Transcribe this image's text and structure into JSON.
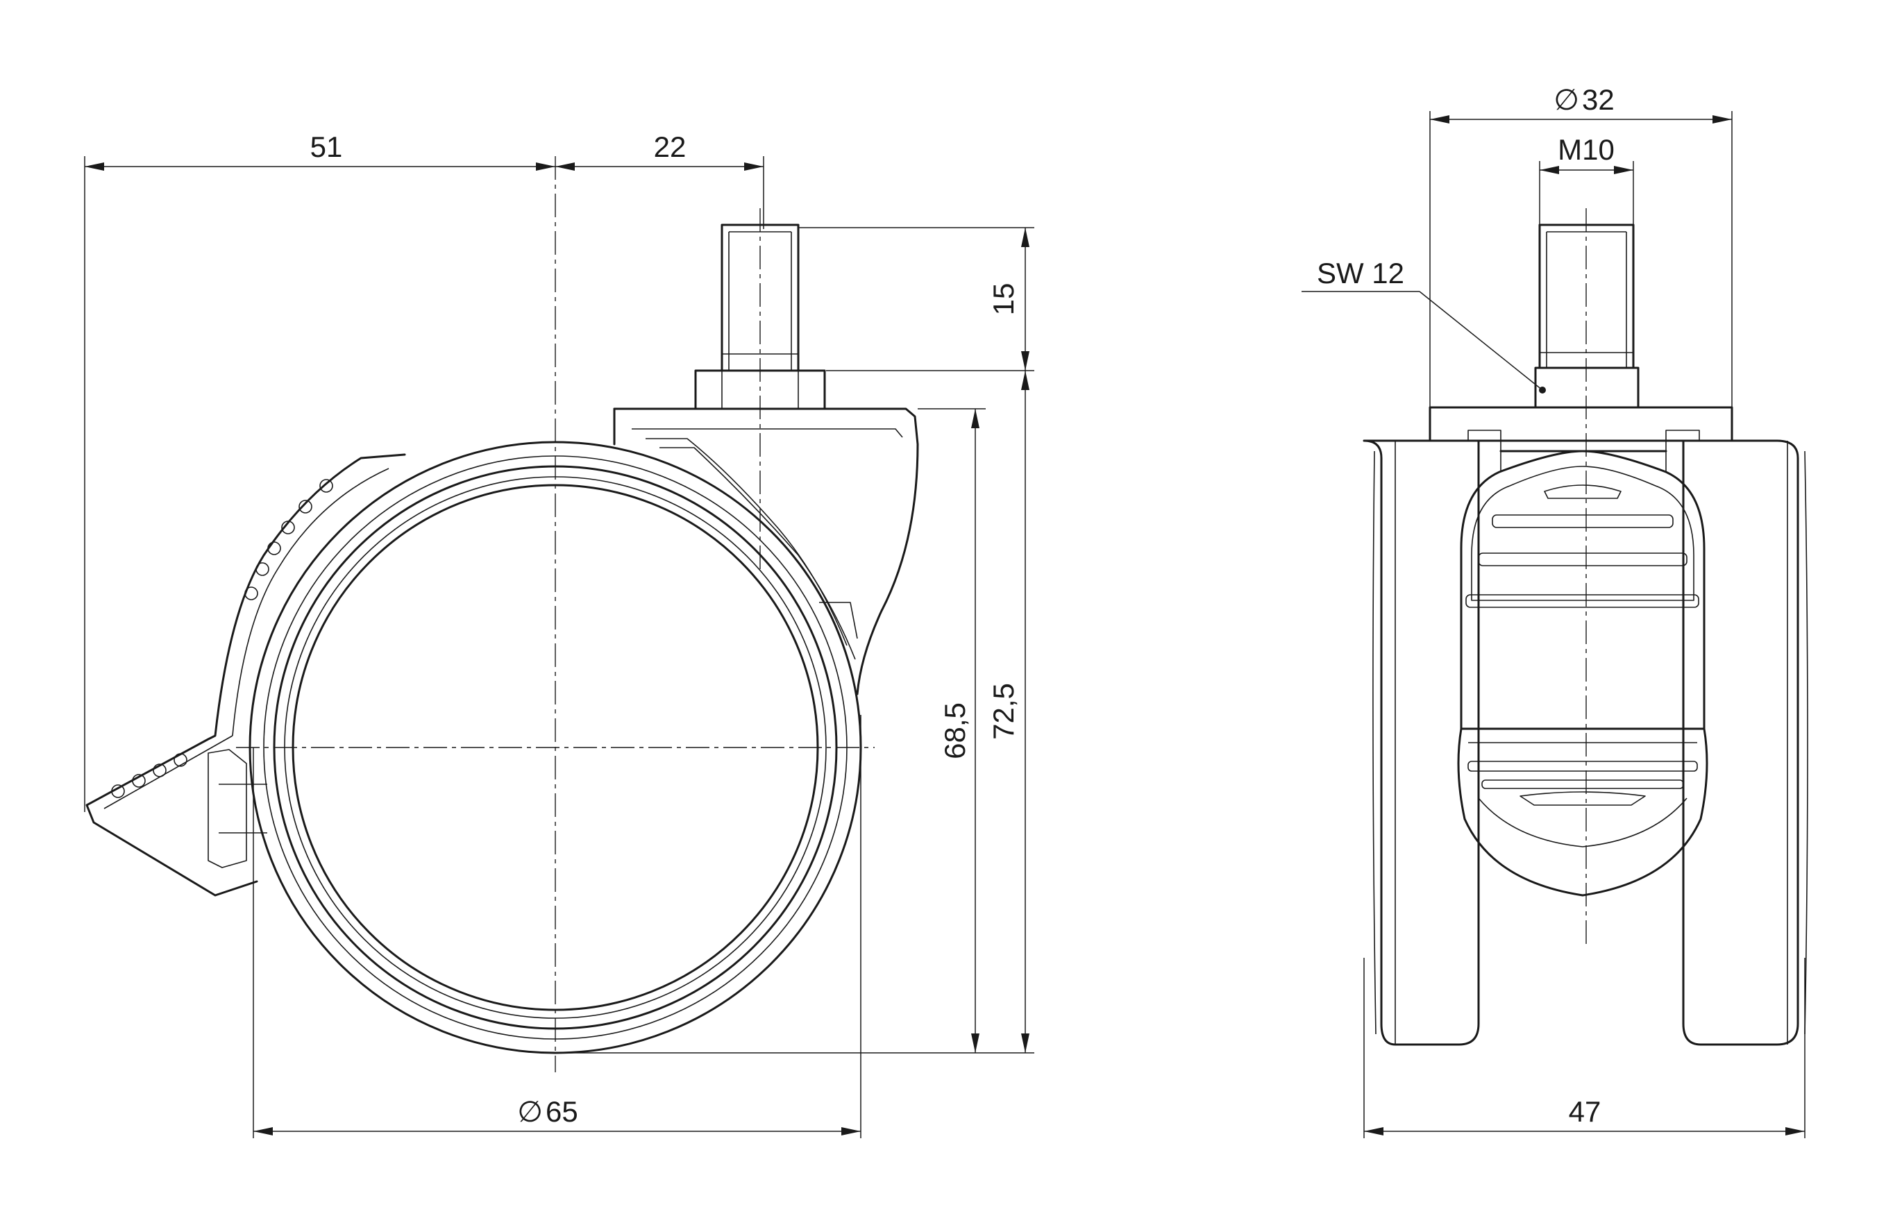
{
  "side_view": {
    "dim_brake_offset": "51",
    "dim_stem_offset": "22",
    "dim_stem_length": "15",
    "dim_height_plate": "68,5",
    "dim_height_total": "72,5",
    "dim_wheel_diameter": "65",
    "diameter_symbol": "∅"
  },
  "front_view": {
    "dim_plate_diameter": "32",
    "dim_thread": "M10",
    "dim_wrench_size": "SW 12",
    "dim_width": "47",
    "diameter_symbol": "∅"
  },
  "colors": {
    "line": "#1a1a1a",
    "background": "#ffffff"
  }
}
